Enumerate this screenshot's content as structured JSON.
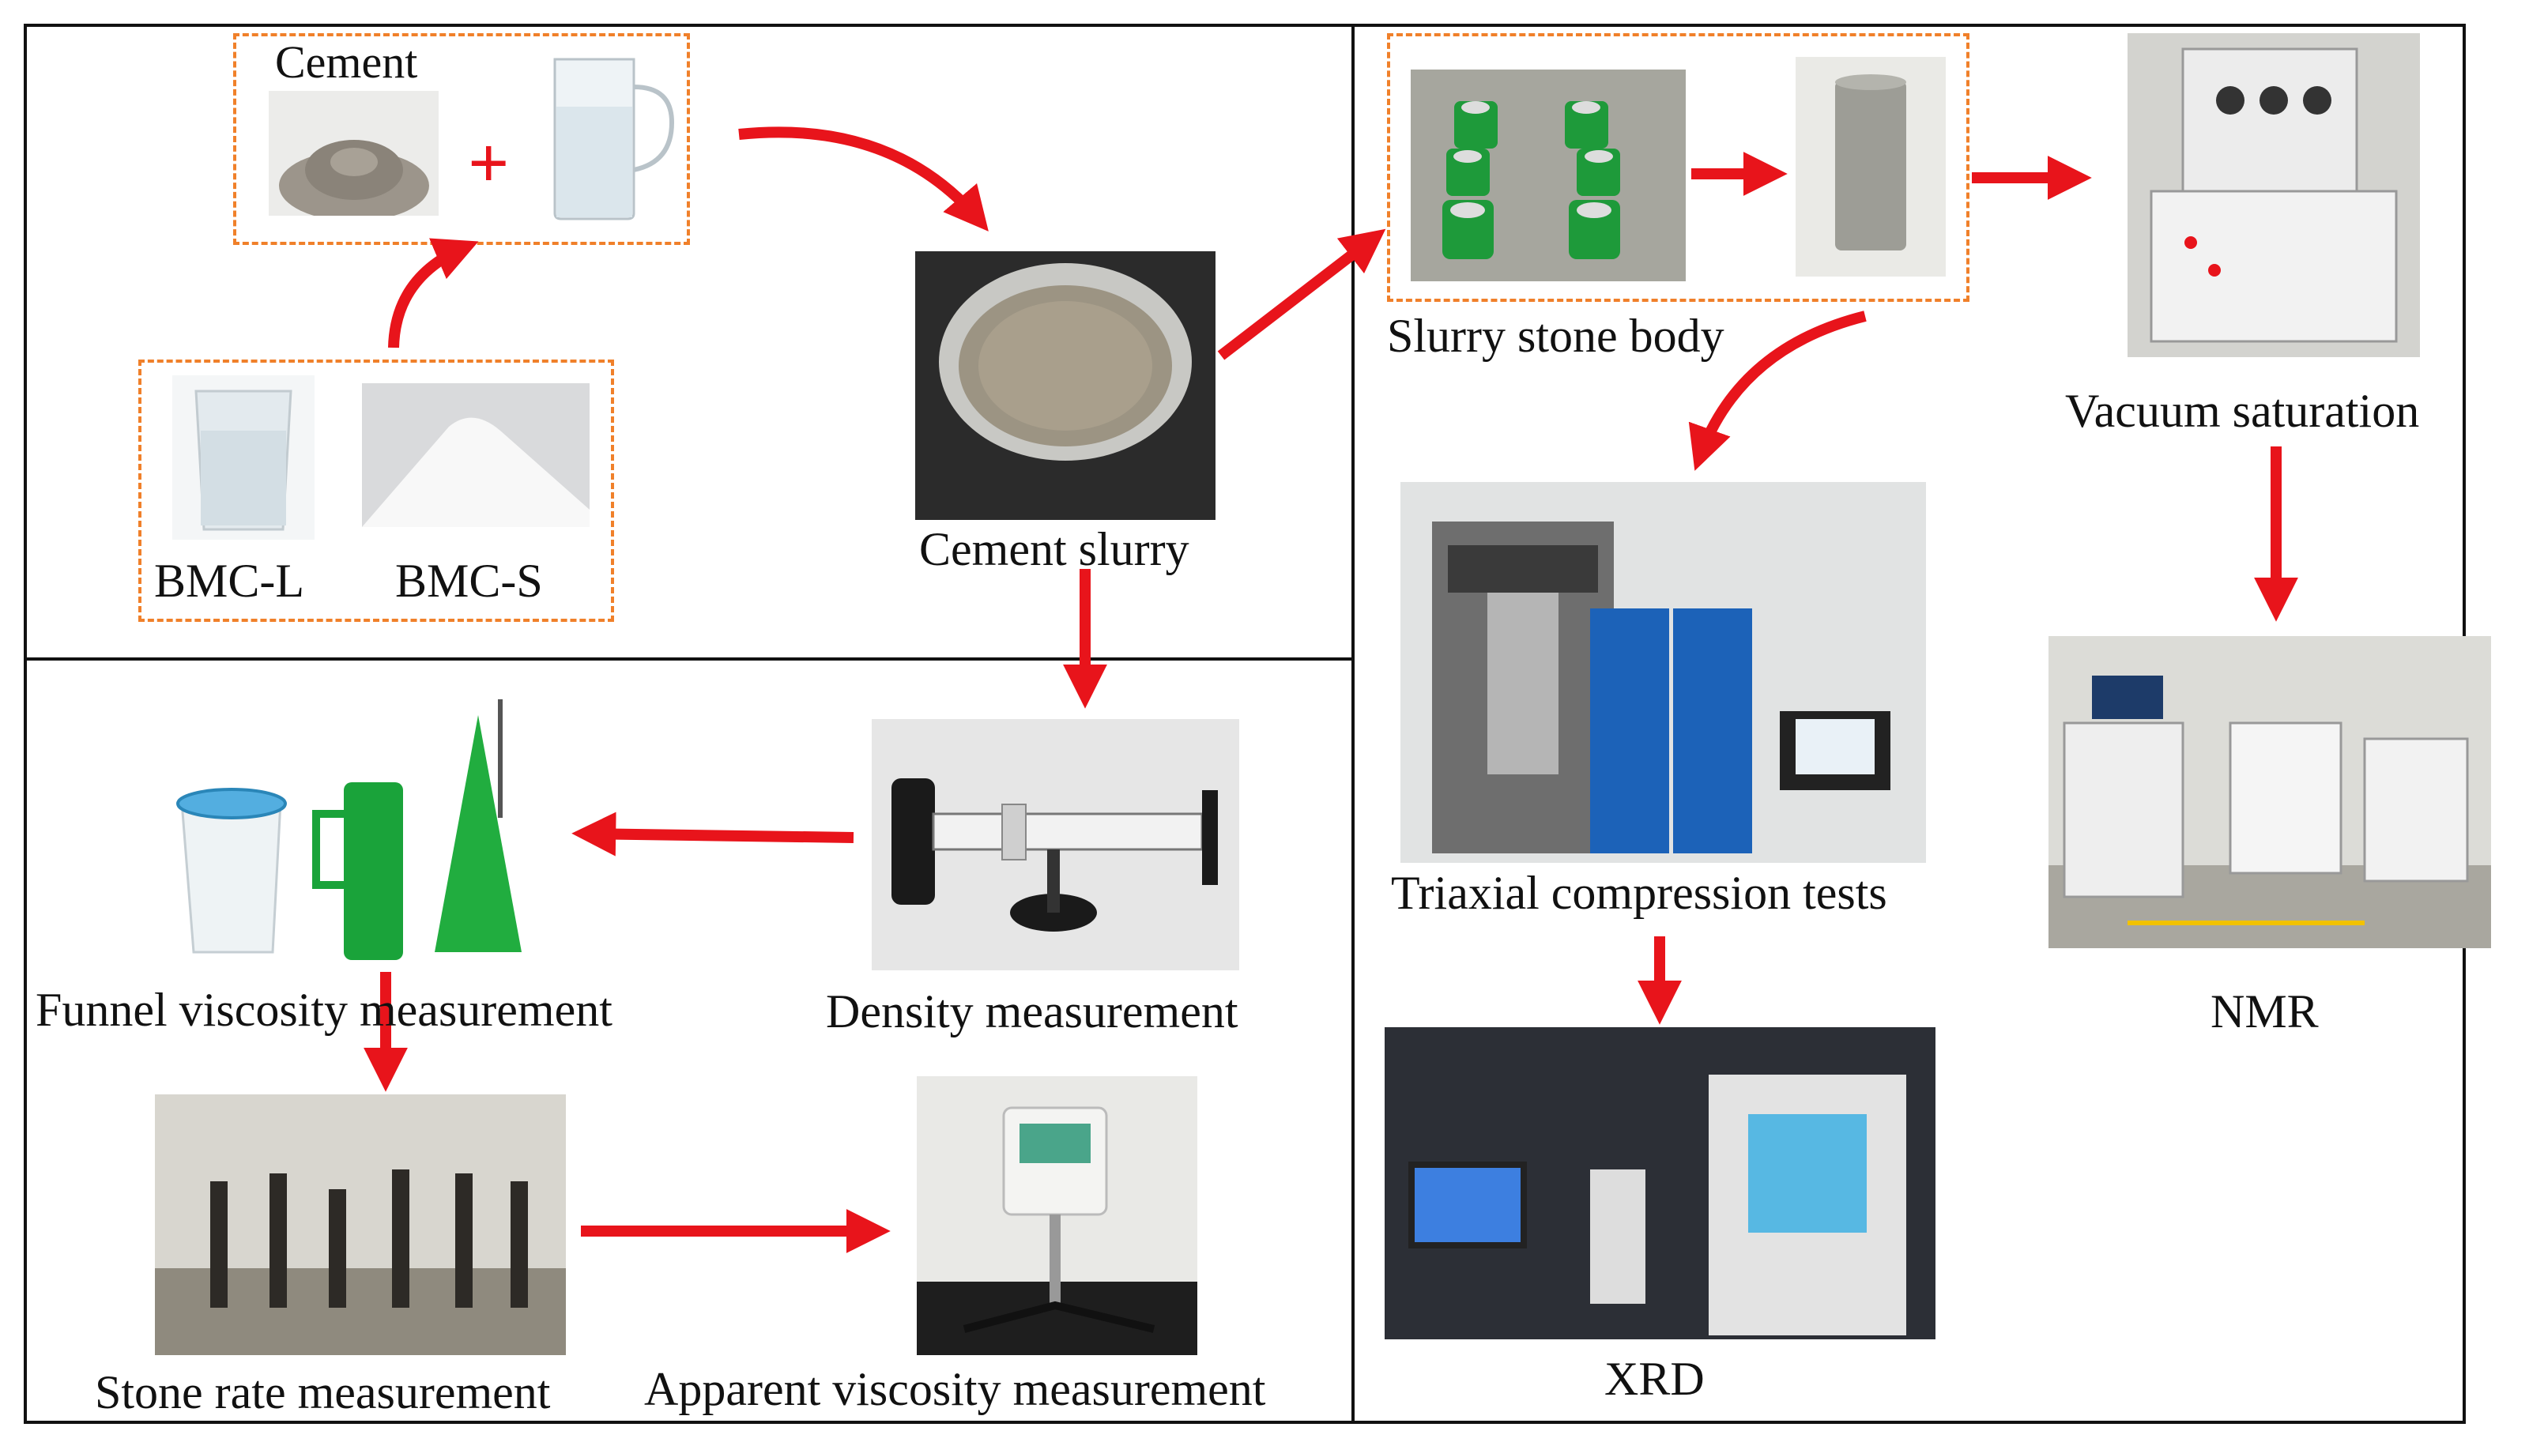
{
  "labels": {
    "cement": "Cement",
    "bmc_l": "BMC-L",
    "bmc_s": "BMC-S",
    "cement_slurry": "Cement slurry",
    "slurry_stone_body": "Slurry stone body",
    "vacuum_saturation": "Vacuum saturation",
    "triaxial": "Triaxial compression tests",
    "nmr": "NMR",
    "xrd": "XRD",
    "density": "Density measurement",
    "funnel": "Funnel viscosity measurement",
    "stone_rate": "Stone rate measurement",
    "apparent_viscosity": "Apparent viscosity measurement",
    "plus_sign": "+"
  },
  "colors": {
    "arrow": "#e8141b",
    "dashed_box": "#f0802a",
    "frame": "#111111"
  }
}
